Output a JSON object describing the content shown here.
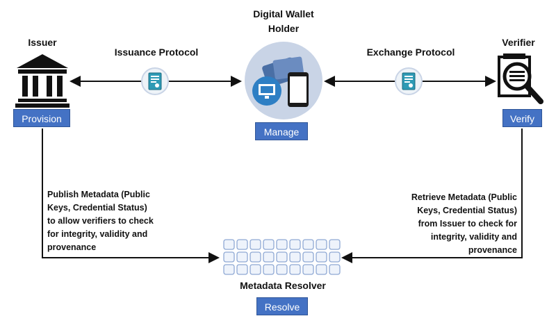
{
  "issuer": {
    "title": "Issuer",
    "tag": "Provision"
  },
  "holder": {
    "title_line1": "Digital Wallet",
    "title_line2": "Holder",
    "tag": "Manage"
  },
  "verifier": {
    "title": "Verifier",
    "tag": "Verify"
  },
  "protocols": {
    "issuance": "Issuance Protocol",
    "exchange": "Exchange Protocol"
  },
  "resolver": {
    "title": "Metadata Resolver",
    "tag": "Resolve"
  },
  "left_note": [
    "Publish Metadata (Public",
    "Keys, Credential Status)",
    "to allow verifiers to check",
    "for integrity, validity and",
    "provenance"
  ],
  "right_note": [
    "Retrieve Metadata (Public",
    "Keys, Credential Status)",
    "from Issuer to check for",
    "integrity, validity and",
    "provenance"
  ],
  "colors": {
    "tag_blue": "#4472c4",
    "teal": "#2e9ab5",
    "circle": "#c9d4e6",
    "line": "#111111"
  },
  "icons": [
    "bank-icon",
    "credential-document-icon",
    "wallet-icon",
    "monitor-icon",
    "smartphone-icon",
    "magnifier-document-icon",
    "resolver-grid-icon"
  ]
}
